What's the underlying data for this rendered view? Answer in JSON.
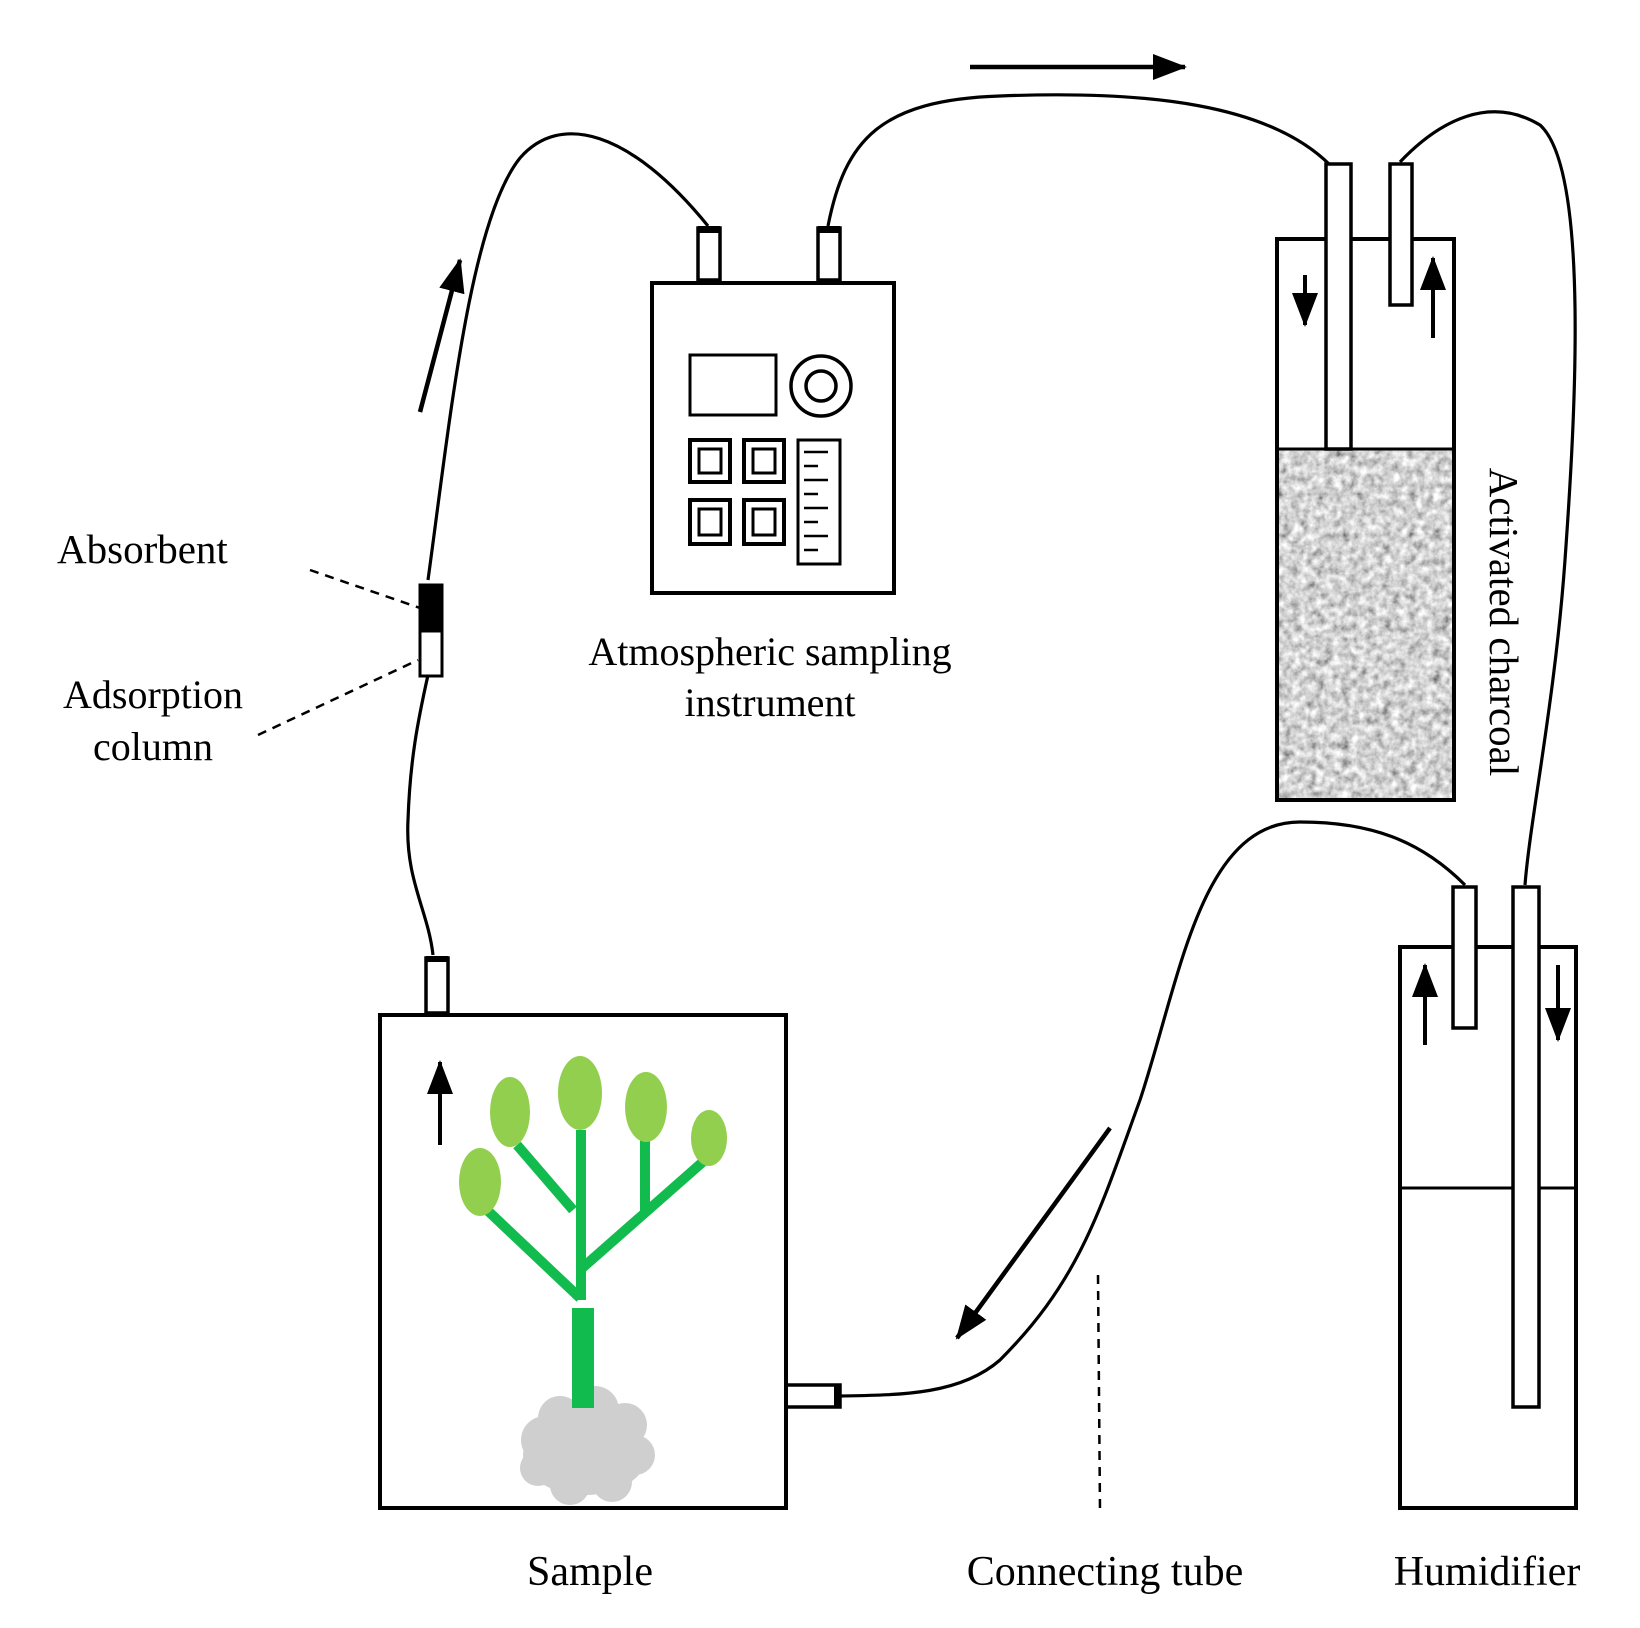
{
  "labels": {
    "absorbent": "Absorbent",
    "adsorption_line1": "Adsorption",
    "adsorption_line2": "column",
    "instrument_line1": "Atmospheric sampling",
    "instrument_line2": "instrument",
    "charcoal": "Activated charcoal",
    "sample": "Sample",
    "connecting_tube": "Connecting tube",
    "humidifier": "Humidifier"
  },
  "colors": {
    "leaf": "#92cf4e",
    "stem": "#12bb4e",
    "root": "#cfcfcf",
    "charcoal_light": "#c8c8c8",
    "charcoal_dark": "#4a4a4a",
    "line": "#000000"
  }
}
